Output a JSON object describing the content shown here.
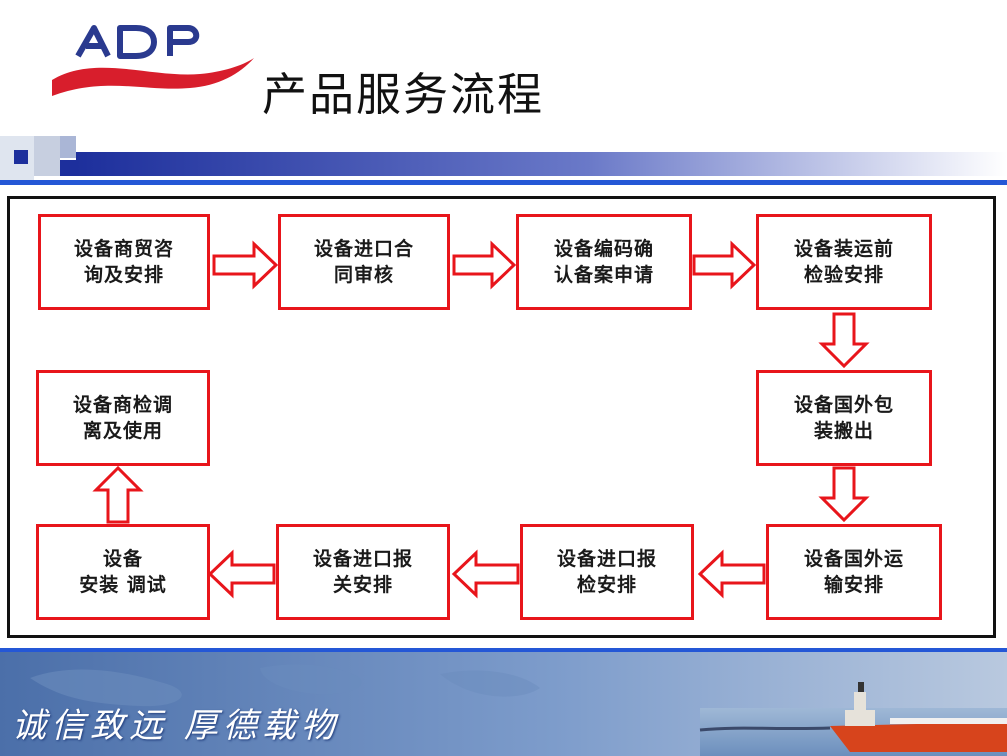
{
  "header": {
    "logo_text": "ADP",
    "title": "产品服务流程"
  },
  "flow": {
    "steps": [
      "设备商贸咨\n询及安排",
      "设备进口合\n同审核",
      "设备编码确\n认备案申请",
      "设备装运前\n检验安排",
      "设备国外包\n装搬出",
      "设备国外运\n输安排",
      "设备进口报\n检安排",
      "设备进口报\n关安排",
      "设备\n安装    调试",
      "设备商检调\n离及使用"
    ]
  },
  "footer": {
    "slogan": "诚信致远  厚德载物"
  },
  "colors": {
    "box_border": "#e8151b",
    "arrow": "#e8151b",
    "frame": "#111111",
    "header_bar": "#2b3fa8",
    "footer_bg": "#5b7fb5"
  }
}
